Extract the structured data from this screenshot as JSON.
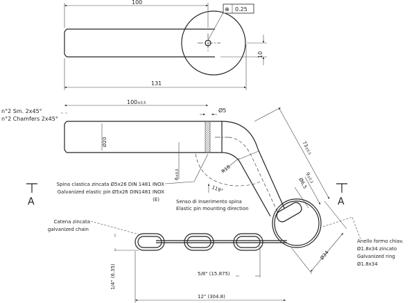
{
  "top_view": {
    "dim_length": "100",
    "position_tolerance_symbol": "⊕",
    "position_tolerance": "0.25",
    "dim_thickness": "10",
    "dim_total": "131"
  },
  "front_view": {
    "chamfer_it": "n°2 Sm. 2x45°",
    "chamfer_en": "n°2 Chamfers 2x45°",
    "dim_length": "100",
    "dim_length_tol": "±0,5",
    "dim_pin_dia": "Ø5",
    "dim_rod_dia": "Ø20",
    "dim_pin_offset": "6",
    "dim_pin_offset_tol": "±0,5",
    "dim_radius": "R18",
    "dim_angle": "119°",
    "dim_leg": "73",
    "dim_leg_tol": "±0,5",
    "dim_hole_offset": "9",
    "dim_hole_offset_tol": "±0,3",
    "dim_hole_dia": "Ø6,5",
    "pin_label_it": "Spina clastica zincata Ø5x26 DIN 1481 INOX",
    "pin_label_en": "Galvanized elastic pin Ø5x26 DIN1481 INOX",
    "pin_label_code": "(E)",
    "mount_dir_it": "Senso di Inserimento spina",
    "mount_dir_en": "Elastic pin mounting direction",
    "section_left": "A",
    "section_right": "A"
  },
  "chain": {
    "label_it": "Catena zincata",
    "label_en": "galvanized chain",
    "dim_width": "1/4\" (6.35)",
    "dim_pitch": "5/8\" (15.875)",
    "dim_length": "12\" (304.8)"
  },
  "ring": {
    "label_line1": "Anello formo chiav.",
    "label_line2": "Ø1.8x34 zincato",
    "label_line3": "Galvanized ring",
    "label_line4": "Ø1.8x34",
    "dim_dia": "Ø34"
  }
}
